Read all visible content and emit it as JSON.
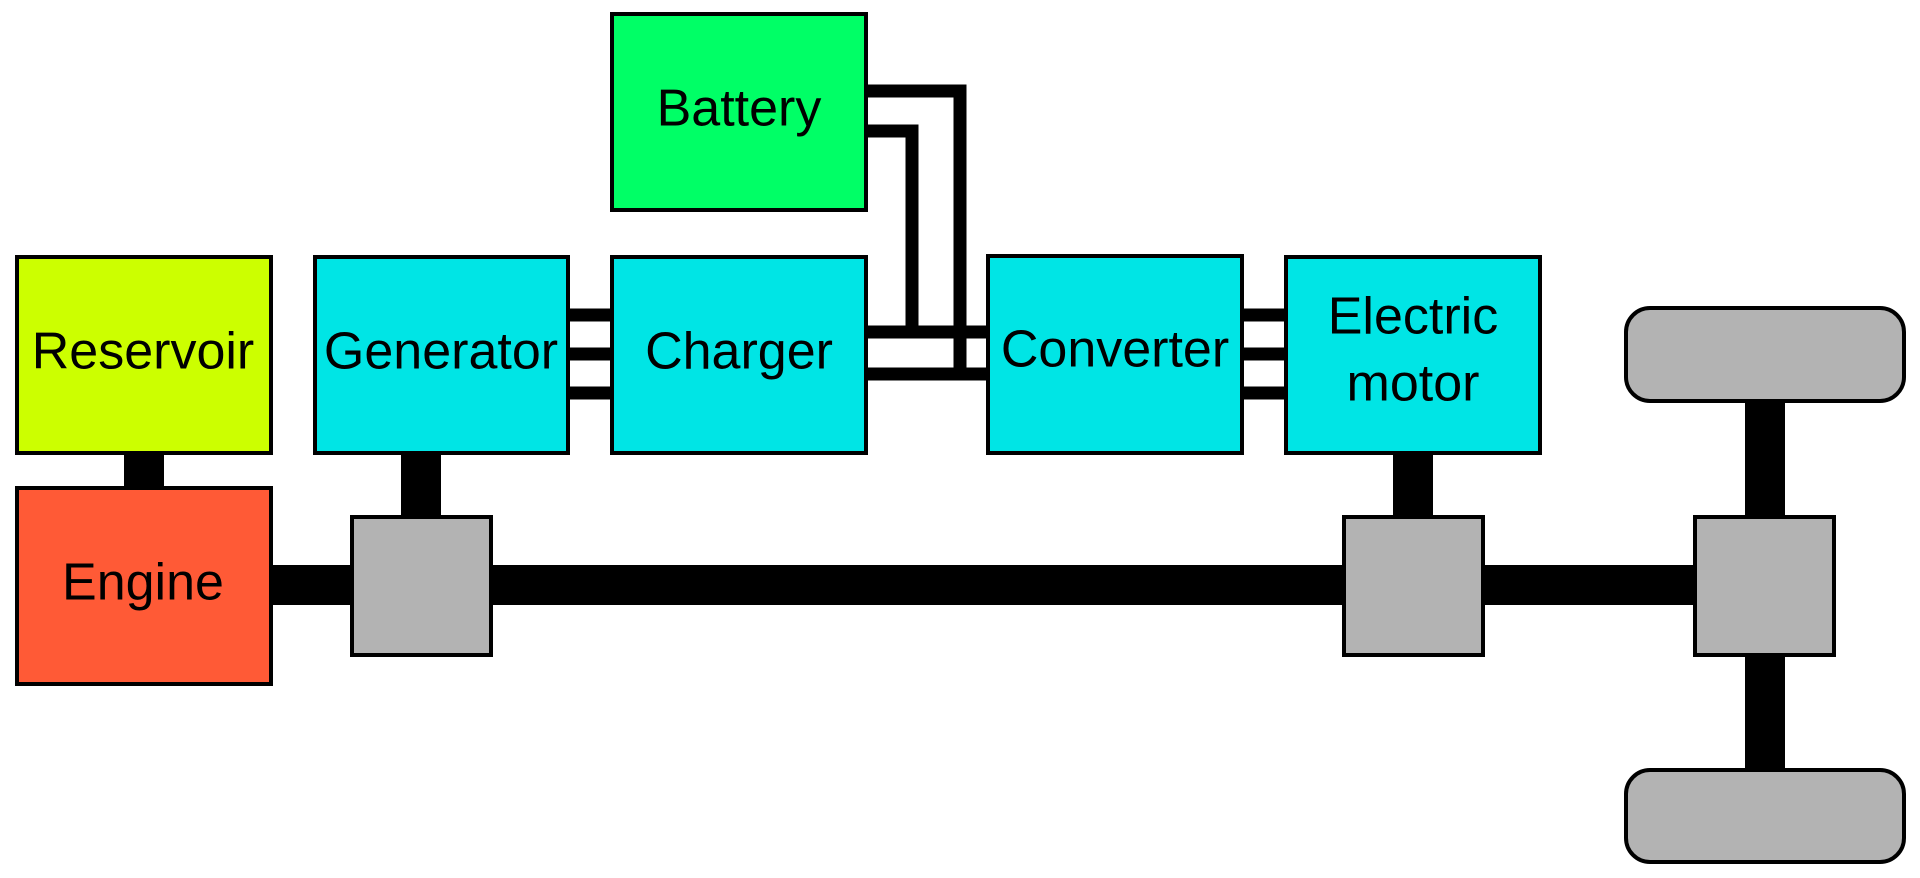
{
  "colors": {
    "reservoir": "#ccff00",
    "engine": "#ff5a36",
    "electric": "#00e5e5",
    "battery": "#00ff66",
    "mechanical": "#b3b3b3",
    "line": "#000000"
  },
  "components": {
    "reservoir": "Reservoir",
    "engine": "Engine",
    "generator": "Generator",
    "charger": "Charger",
    "battery": "Battery",
    "converter": "Converter",
    "motor_line1": "Electric",
    "motor_line2": "motor"
  }
}
